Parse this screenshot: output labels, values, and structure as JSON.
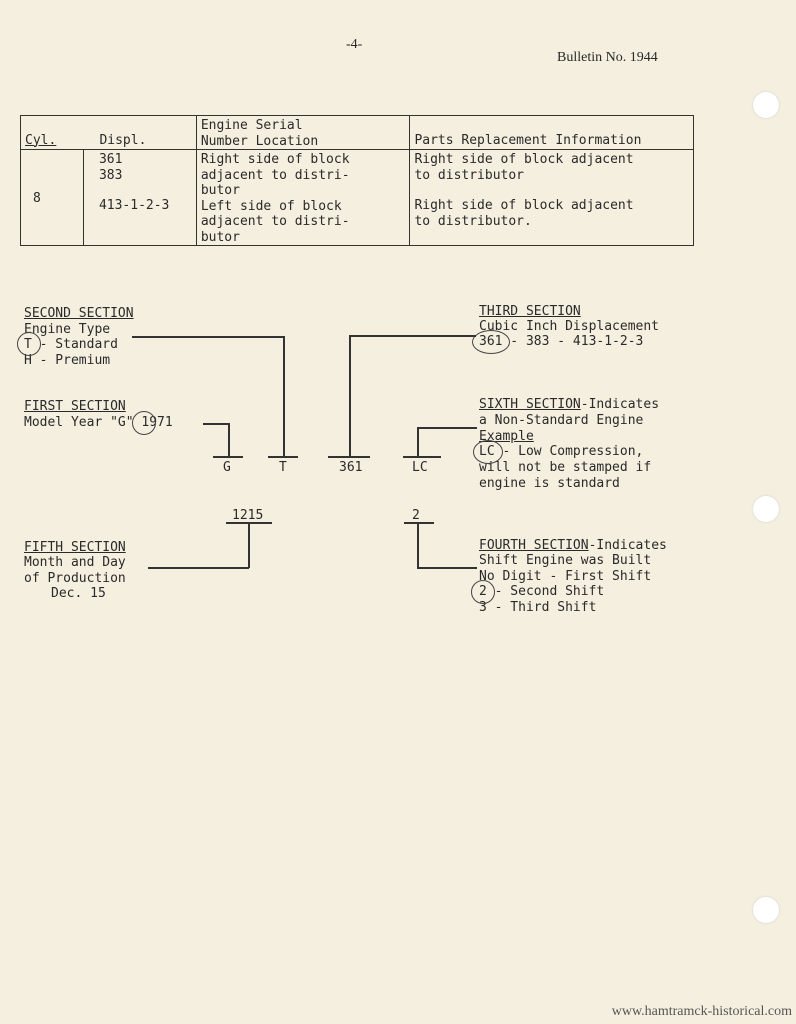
{
  "header": {
    "page_number": "-4-",
    "bulletin": "Bulletin No. 1944"
  },
  "table": {
    "headers": {
      "cyl": "Cyl.",
      "displ": "Displ.",
      "location_line1": "Engine Serial",
      "location_line2": "Number Location",
      "parts": "Parts Replacement Information"
    },
    "cyl_value": "8",
    "rows": [
      {
        "displ_lines": [
          "361",
          "383"
        ],
        "location_lines": [
          "Right side of block",
          "adjacent to distri-",
          "butor"
        ],
        "parts_lines": [
          "Right side of block adjacent",
          "to distributor"
        ]
      },
      {
        "displ_lines": [
          "413-1-2-3"
        ],
        "location_lines": [
          "Left side of block",
          "adjacent to distri-",
          "butor"
        ],
        "parts_lines": [
          "Right side of block adjacent",
          "to distributor."
        ]
      }
    ]
  },
  "diagram": {
    "second_section": {
      "title": "SECOND SECTION",
      "lines": [
        "Engine Type",
        "T - Standard",
        "H - Premium"
      ]
    },
    "first_section": {
      "title": "FIRST SECTION",
      "line": "Model Year \"G\" 1971"
    },
    "third_section": {
      "title": "THIRD SECTION",
      "lines": [
        "Cubic Inch Displacement",
        "361 - 383 - 413-1-2-3"
      ]
    },
    "sixth_section": {
      "title": "SIXTH SECTION",
      "title_suffix": "-Indicates",
      "lines": [
        "a Non-Standard Engine",
        "Example",
        "LC - Low Compression,",
        "will not be stamped if",
        "engine is standard"
      ]
    },
    "code_labels": {
      "g": "G",
      "t": "T",
      "disp": "361",
      "lc": "LC",
      "date": "1215",
      "shift": "2"
    },
    "fifth_section": {
      "title": "FIFTH SECTION",
      "lines": [
        "Month and Day",
        "of Production",
        "Dec. 15"
      ]
    },
    "fourth_section": {
      "title": "FOURTH SECTION",
      "title_suffix": "-Indicates",
      "lines": [
        "Shift Engine was Built",
        "No Digit - First Shift",
        "2   - Second Shift",
        "3   - Third Shift"
      ]
    }
  },
  "watermark": "www.hamtramck-historical.com"
}
